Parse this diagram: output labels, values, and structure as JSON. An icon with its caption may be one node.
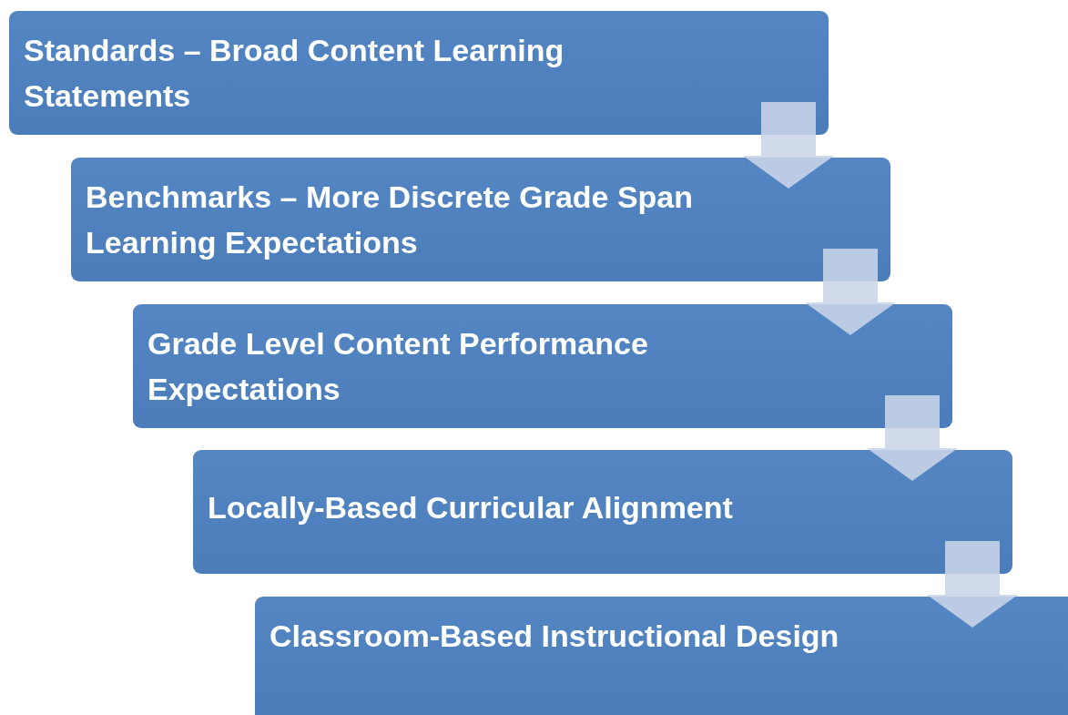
{
  "diagram": {
    "nodes": [
      {
        "text": [
          "Standards – Broad Content Learning Statements"
        ]
      },
      {
        "text": [
          "Benchmarks – More Discrete Grade Span Learning Expectations"
        ]
      },
      {
        "text": [
          "Grade Level Content Performance Expectations"
        ]
      },
      {
        "text": [
          "Locally-Based Curricular Alignment"
        ]
      },
      {
        "text": [
          "Classroom-Based Instructional Design"
        ]
      }
    ],
    "edges": [
      {
        "from": 0,
        "to": 1,
        "arrow": "to"
      },
      {
        "from": 1,
        "to": 2,
        "arrow": "to"
      },
      {
        "from": 2,
        "to": 3,
        "arrow": "to"
      },
      {
        "from": 3,
        "to": 4,
        "arrow": "to"
      }
    ]
  }
}
